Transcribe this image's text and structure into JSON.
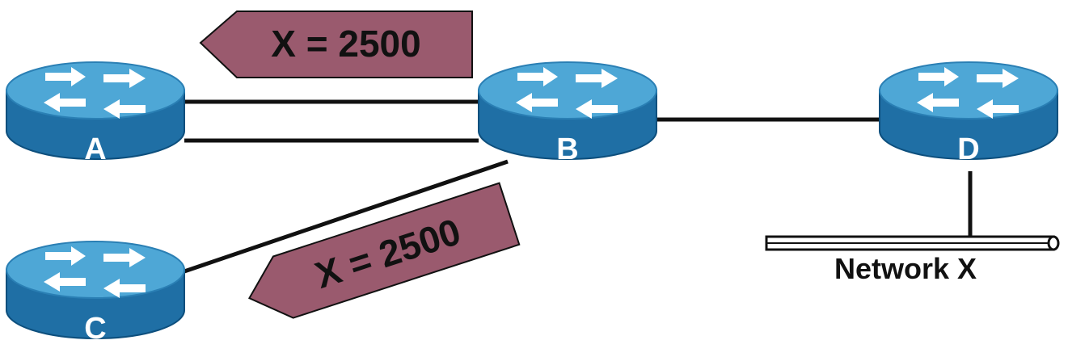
{
  "routers": [
    {
      "id": "A",
      "label": "A"
    },
    {
      "id": "B",
      "label": "B"
    },
    {
      "id": "C",
      "label": "C"
    },
    {
      "id": "D",
      "label": "D"
    }
  ],
  "links": [
    {
      "from": "A",
      "to": "B",
      "name": "link-a-b-upper"
    },
    {
      "from": "A",
      "to": "B",
      "name": "link-a-b-lower"
    },
    {
      "from": "B",
      "to": "D",
      "name": "link-b-d"
    },
    {
      "from": "C",
      "to": "B",
      "name": "link-c-b"
    },
    {
      "from": "D",
      "to": "Network X",
      "name": "link-d-network"
    }
  ],
  "updates": [
    {
      "text": "X = 2500",
      "direction": "toward-A"
    },
    {
      "text": "X = 2500",
      "direction": "toward-C"
    }
  ],
  "network": {
    "label": "Network X"
  },
  "colors": {
    "router_top": "#4ea7d6",
    "router_side": "#1f6fa5",
    "arrow_fill": "#9a5a6e",
    "line": "#111111"
  }
}
